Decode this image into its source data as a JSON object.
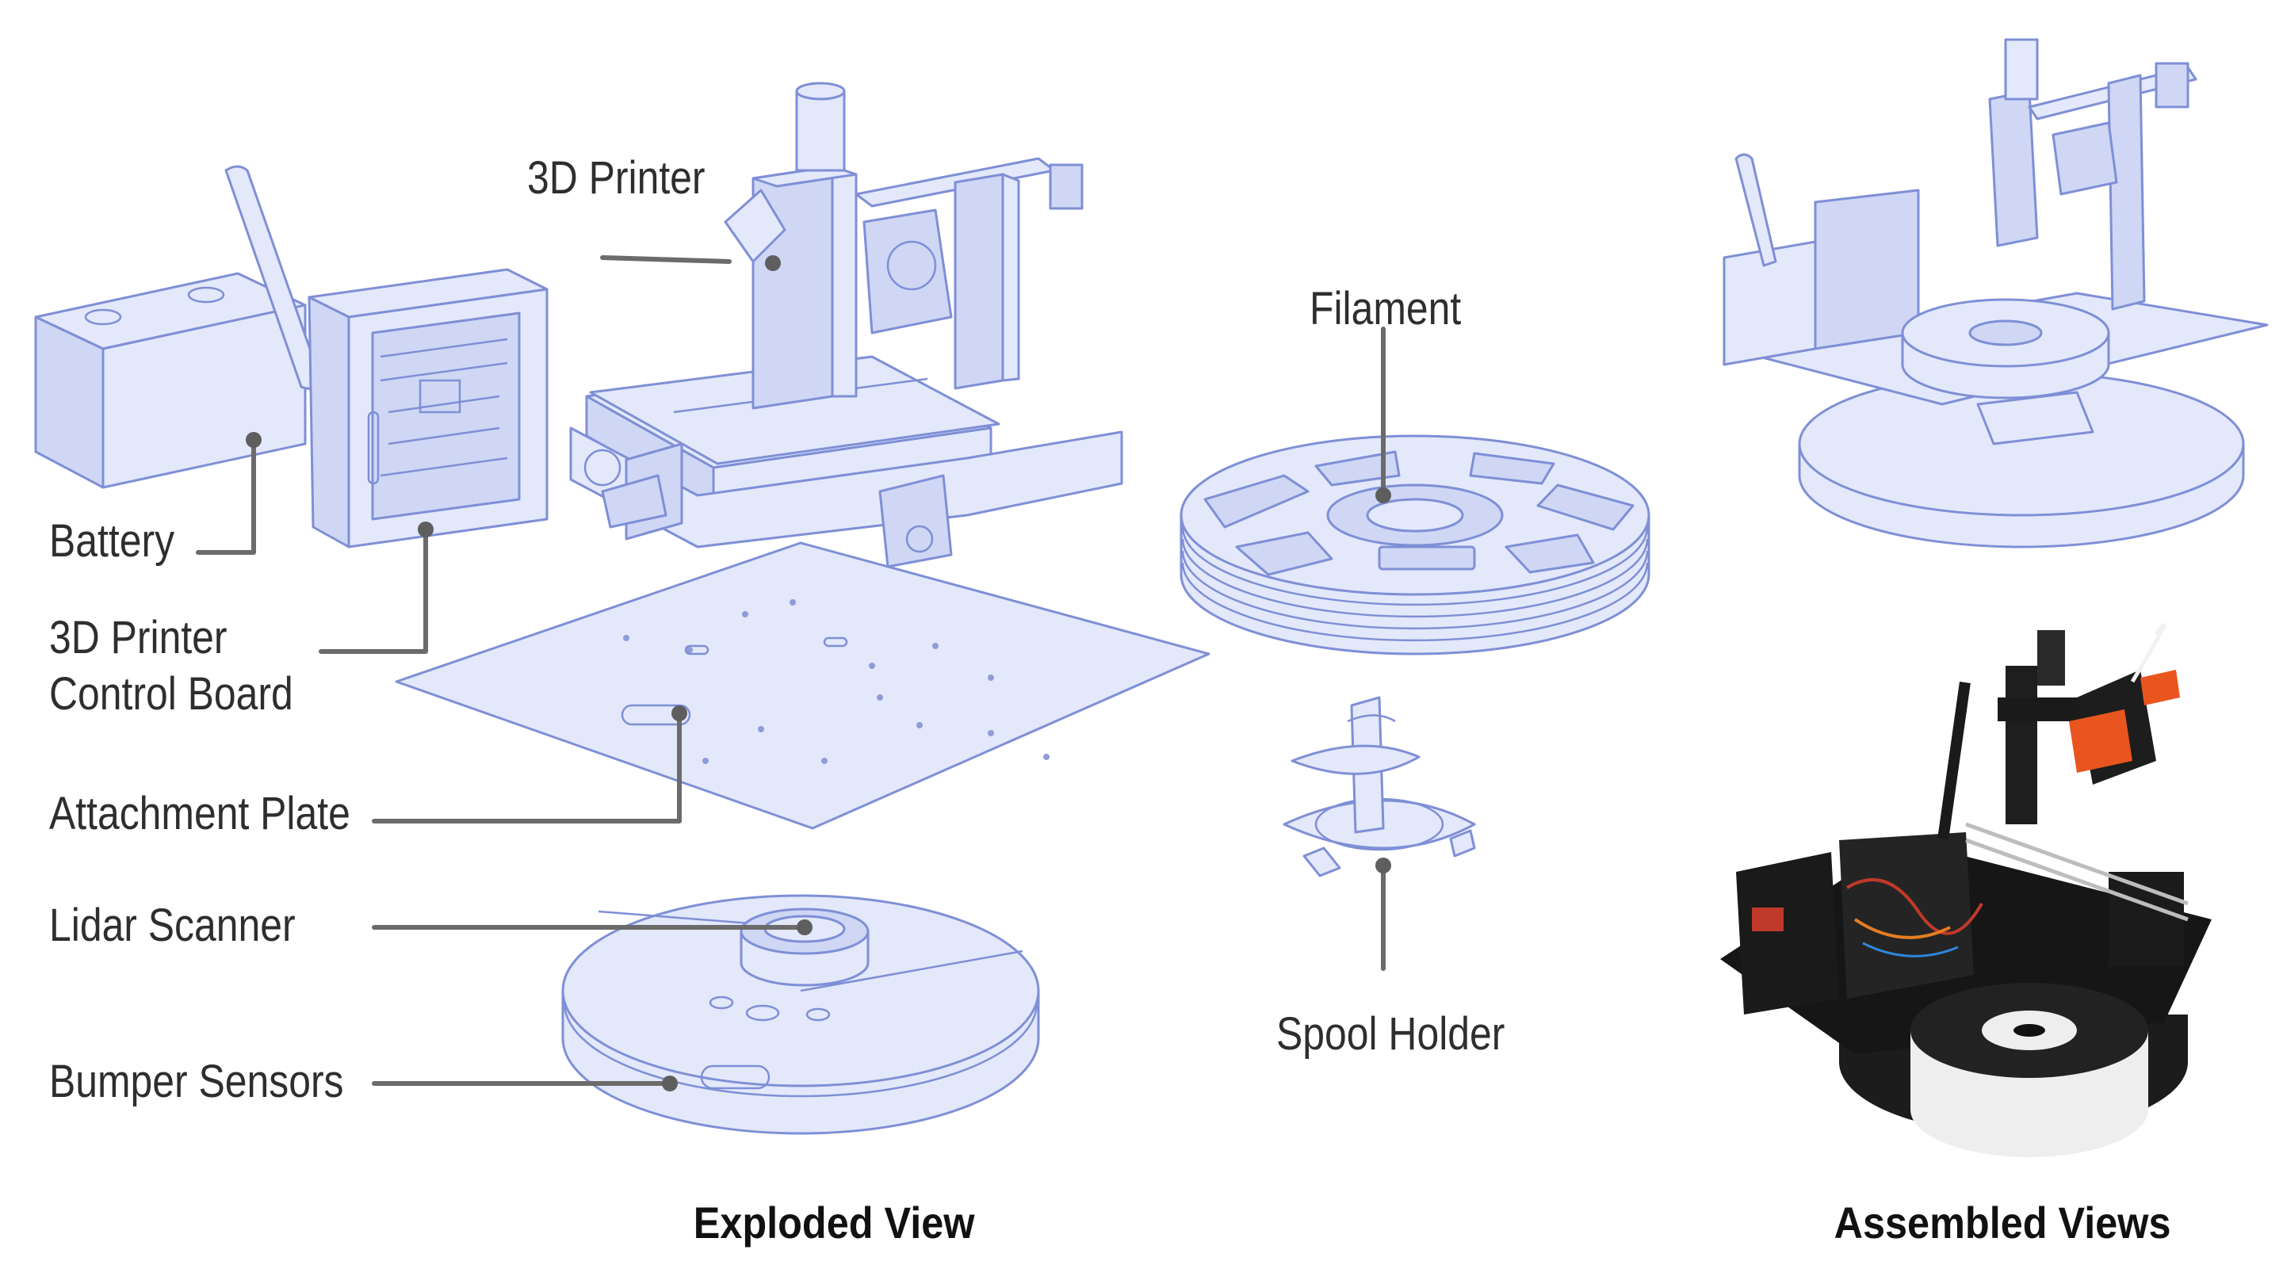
{
  "labels": {
    "printer": "3D Printer",
    "filament": "Filament",
    "battery": "Battery",
    "control_board": "3D Printer\nControl Board",
    "attachment_plate": "Attachment Plate",
    "lidar": "Lidar Scanner",
    "bumper": "Bumper Sensors",
    "spool_holder": "Spool Holder"
  },
  "captions": {
    "exploded": "Exploded View",
    "assembled": "Assembled Views"
  },
  "colors": {
    "part_fill": "#e3e8fb",
    "part_stroke": "#7f8fd6",
    "leader_line": "#6b6b6b",
    "text": "#2e2e2e",
    "photo_black": "#161616",
    "photo_orange": "#e8551e",
    "photo_white": "#eeeeee"
  }
}
